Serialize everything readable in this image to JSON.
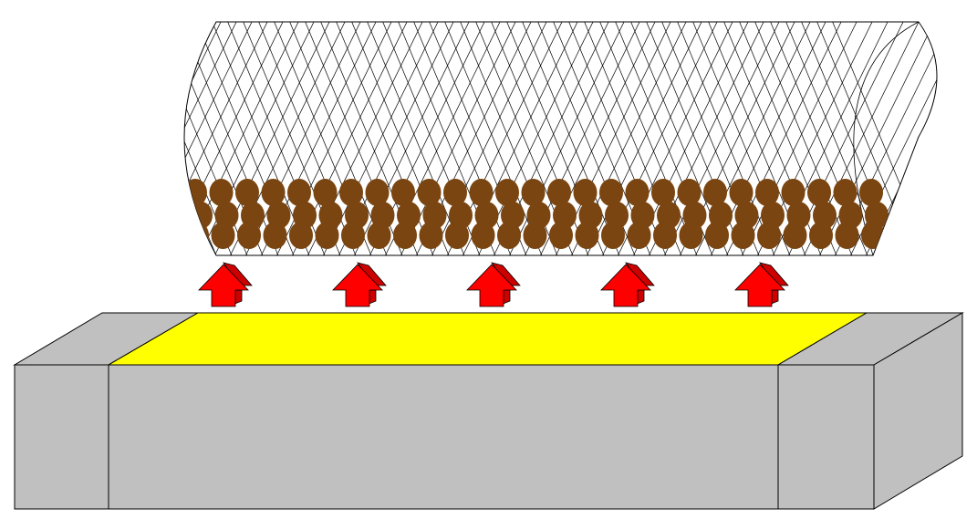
{
  "diagram": {
    "type": "3d-illustration",
    "components": [
      "mesh-cylinder",
      "particle-layer",
      "heat-arrows",
      "base-block",
      "heated-top-surface"
    ]
  },
  "colors": {
    "background": "#ffffff",
    "mesh_line": "#000000",
    "particle": "#7a4510",
    "arrow_front": "#ff0000",
    "arrow_side": "#cc0000",
    "arrow_stroke": "#000000",
    "block": "#c0c0c0",
    "block_stroke": "#000000",
    "heated_surface": "#ffff00"
  },
  "arrows": {
    "count": 5
  },
  "particles": {
    "rows": 3,
    "per_row": 27
  }
}
